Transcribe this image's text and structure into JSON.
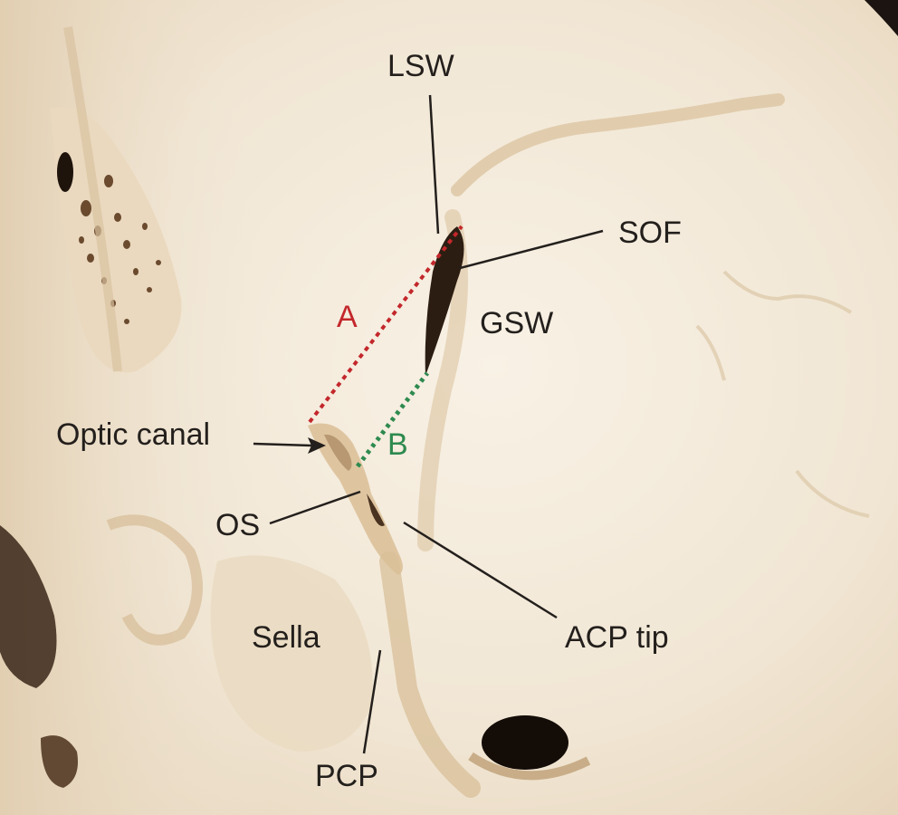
{
  "labels": {
    "lsw": "LSW",
    "sof": "SOF",
    "gsw": "GSW",
    "optic_canal": "Optic canal",
    "os": "OS",
    "acp_tip": "ACP tip",
    "sella": "Sella",
    "pcp": "PCP",
    "a": "A",
    "b": "B"
  },
  "colors": {
    "label_text": "#231f1c",
    "line_a": "#c3272b",
    "line_b": "#2e8a4f",
    "bone_light": "#f3eadb",
    "bone_shadow": "#d6c0a0",
    "fissure_dark": "#2c1d12"
  }
}
